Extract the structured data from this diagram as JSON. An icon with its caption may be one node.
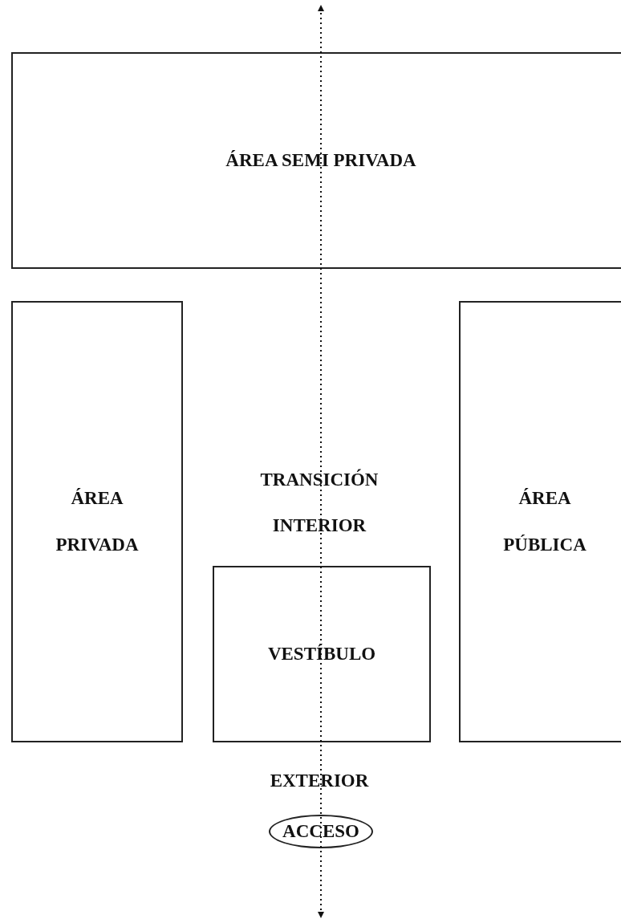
{
  "diagram": {
    "nodes": [
      {
        "text": [
          "ÁREA SEMI PRIVADA"
        ]
      },
      {
        "text": [
          "ÁREA PRIVADA"
        ]
      },
      {
        "text": [
          "ÁREA PÚBLICA"
        ]
      },
      {
        "text": [
          "VESTÍBULO"
        ]
      },
      {
        "text": [
          "ACCESO"
        ]
      }
    ],
    "labels": [
      "TRANSICIÓN",
      "INTERIOR",
      "EXTERIOR"
    ]
  }
}
